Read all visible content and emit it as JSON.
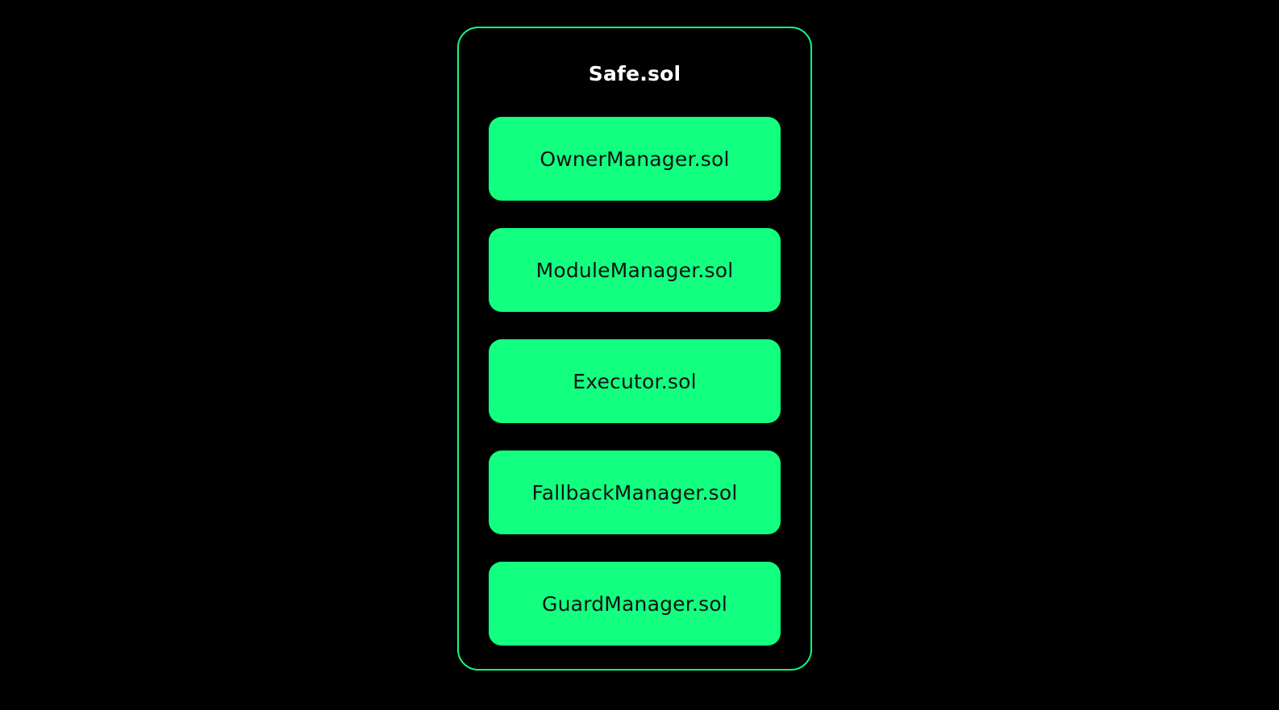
{
  "diagram": {
    "type": "architecture-diagram",
    "container": {
      "title": "Safe.sol"
    },
    "components": [
      {
        "label": "OwnerManager.sol"
      },
      {
        "label": "ModuleManager.sol"
      },
      {
        "label": "Executor.sol"
      },
      {
        "label": "FallbackManager.sol"
      },
      {
        "label": "GuardManager.sol"
      }
    ],
    "colors": {
      "background": "#000000",
      "accent_green": "#12FF80",
      "container_border": "#12FF80",
      "component_fill": "#12FF80",
      "component_text": "#121312",
      "title_text": "#FFFFFF"
    }
  }
}
